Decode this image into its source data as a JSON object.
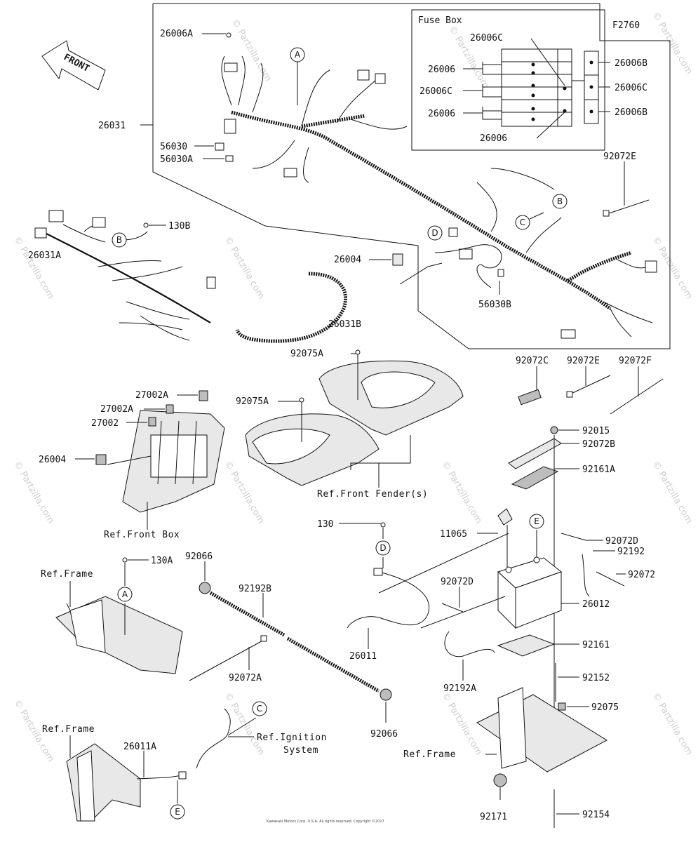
{
  "diagram": {
    "figure_code": "F2760",
    "front_label": "FRONT",
    "fuse_box": {
      "title": "Fuse Box",
      "labels_left": [
        "26006C",
        "26006",
        "26006C",
        "26006",
        "26006"
      ],
      "labels_right": [
        "26006B",
        "26006C",
        "26006B"
      ]
    },
    "part_labels": [
      "26006A",
      "26031",
      "56030",
      "56030A",
      "26031A",
      "130B",
      "26004",
      "26031B",
      "56030B",
      "92072E",
      "92075A",
      "92075A",
      "27002A",
      "27002A",
      "27002",
      "26004",
      "92072C",
      "92072E",
      "92072F",
      "92015",
      "92072B",
      "92161A",
      "11065",
      "130",
      "92072D",
      "92192",
      "92072",
      "92072D",
      "26012",
      "130A",
      "92066",
      "92192B",
      "26011",
      "92072A",
      "92161",
      "92192A",
      "92066",
      "92152",
      "92075",
      "26011A",
      "92171",
      "92154"
    ],
    "ref_labels": [
      "Ref.Front Fender(s)",
      "Ref.Front Box",
      "Ref.Frame",
      "Ref.Frame",
      "Ref.Ignition",
      "System",
      "Ref.Frame"
    ],
    "callouts": [
      "A",
      "B",
      "B",
      "C",
      "D",
      "A",
      "D",
      "E",
      "C",
      "E"
    ],
    "watermark": "© Partzilla.com",
    "copyright": "Kawasaki Motors Corp. U.S.A. All rights reserved. Copyright ©2017"
  }
}
